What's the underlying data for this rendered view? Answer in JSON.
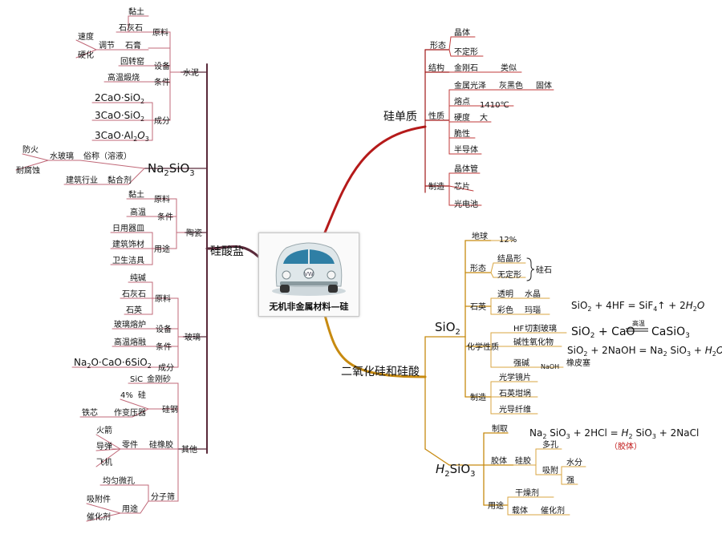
{
  "center": {
    "label": "无机非金属材料—硅"
  },
  "left": {
    "branch": "硅酸盐",
    "cement": {
      "label": "水泥",
      "raw": "原料",
      "clay": "黏土",
      "limestone": "石灰石",
      "gypsum": "石膏",
      "adjust": "调节",
      "speed": "速度",
      "harden": "硬化",
      "equip": "设备",
      "kiln": "回转窑",
      "cond": "条件",
      "calcine": "高温煅烧",
      "comp": "成分",
      "c1": "2CaO·SiO",
      "c1s": "2",
      "c2": "3CaO·SiO",
      "c2s": "2",
      "c3a": "3CaO·Al",
      "c3s": "2",
      "c3b": "O",
      "c3s2": "3"
    },
    "silicate": {
      "na": "Na",
      "s2": "2",
      "sio": "SiO",
      "s3": "3",
      "common": "俗称（溶液）",
      "wg": "水玻璃",
      "fire": "防火",
      "corr": "耐腐蚀",
      "binder": "黏合剂",
      "build": "建筑行业"
    },
    "ceramic": {
      "label": "陶瓷",
      "raw": "原料",
      "clay": "黏土",
      "cond": "条件",
      "hi": "高温",
      "use": "用途",
      "u1": "日用器皿",
      "u2": "建筑饰材",
      "u3": "卫生洁具"
    },
    "glass": {
      "label": "玻璃",
      "raw": "原料",
      "r1": "纯碱",
      "r2": "石灰石",
      "r3": "石英",
      "equip": "设备",
      "furnace": "玻璃熔炉",
      "cond": "条件",
      "melt": "高温熔融",
      "comp": "成分",
      "f1": "Na",
      "f1s": "2",
      "f2": "O·CaO·6SiO",
      "f2s": "2"
    },
    "other": {
      "label": "其他",
      "jgs": "金刚砂",
      "sic": "SiC",
      "sisteel": "硅钢",
      "pct": "4%",
      "si": "硅",
      "trans": "作变压器",
      "core": "铁芯",
      "rubber": "硅橡胶",
      "parts": "零件",
      "rocket": "火箭",
      "missile": "导弹",
      "plane": "飞机",
      "sieve": "分子筛",
      "pores": "均匀微孔",
      "use": "用途",
      "adsorb": "吸附件",
      "cat": "催化剂"
    }
  },
  "right": {
    "simple": {
      "label": "硅单质",
      "form": "形态",
      "crystal": "晶体",
      "amorph": "不定形",
      "struct": "结构",
      "diamond": "金刚石",
      "similar": "类似",
      "prop": "性质",
      "luster": "金属光泽",
      "gray": "灰黑色",
      "solid": "固体",
      "mp": "熔点",
      "mpv": "1410℃",
      "hard": "硬度",
      "big": "大",
      "brittle": "脆性",
      "semi": "半导体",
      "make": "制造",
      "tube": "晶体管",
      "chip": "芯片",
      "solar": "光电池"
    },
    "acid": {
      "label": "二氧化硅和硅酸"
    },
    "sio2": {
      "sio": "SiO",
      "s2": "2",
      "earth": "地球",
      "pct": "12%",
      "form": "形态",
      "crystal": "结晶形",
      "amorph": "无定形",
      "diatom": "硅石",
      "quartz": "石英",
      "clear": "透明",
      "crystal2": "水晶",
      "colored": "彩色",
      "agate": "玛瑙",
      "chem": "化学性质",
      "hf": "HF",
      "cutglass": "切割玻璃",
      "basic": "碱性氧化物",
      "strongbase": "强碱",
      "naoh": "NaOH",
      "stopper": "橡皮塞",
      "make": "制造",
      "m1": "光学镜片",
      "m2": "石英坩埚",
      "m3": "光导纤维",
      "eq1a": "SiO",
      "eq1b": "2",
      "eq1c": " + 4HF =  SiF",
      "eq1d": "4",
      "eq1e": "↑ + 2",
      "eq1f": "H",
      "eq1g": "2",
      "eq1h": "O",
      "eq2a": "SiO",
      "eq2b": "2",
      "eq2c": " + CaO",
      "eq2cond": "高温",
      "eq2d": "CaSiO",
      "eq2e": "3",
      "eq3a": "SiO",
      "eq3b": "2",
      "eq3c": " + 2NaOH =  Na",
      "eq3d": "2",
      "eq3e": " SiO",
      "eq3f": "3",
      "eq3g": " + ",
      "eq3h": "H",
      "eq3i": "2",
      "eq3j": "O"
    },
    "h2sio3": {
      "h": "H",
      "s2": "2",
      "sio": "SiO",
      "s3": "3",
      "prep": "制取",
      "eqa": "Na",
      "eqb": "2",
      "eqc": " SiO",
      "eqd": "3",
      "eqe": " + 2HCl =  ",
      "eqf": "H",
      "eqg": "2",
      "eqh": " SiO",
      "eqi": "3",
      "eqj": " + 2NaCl",
      "colloid": "（胶体）",
      "gel": "胶体",
      "silicagel": "硅胶",
      "porous": "多孔",
      "adsorb": "吸附",
      "water": "水分",
      "strong": "强",
      "use": "用途",
      "dry": "干燥剂",
      "carrier": "载体",
      "cat": "催化剂"
    }
  }
}
